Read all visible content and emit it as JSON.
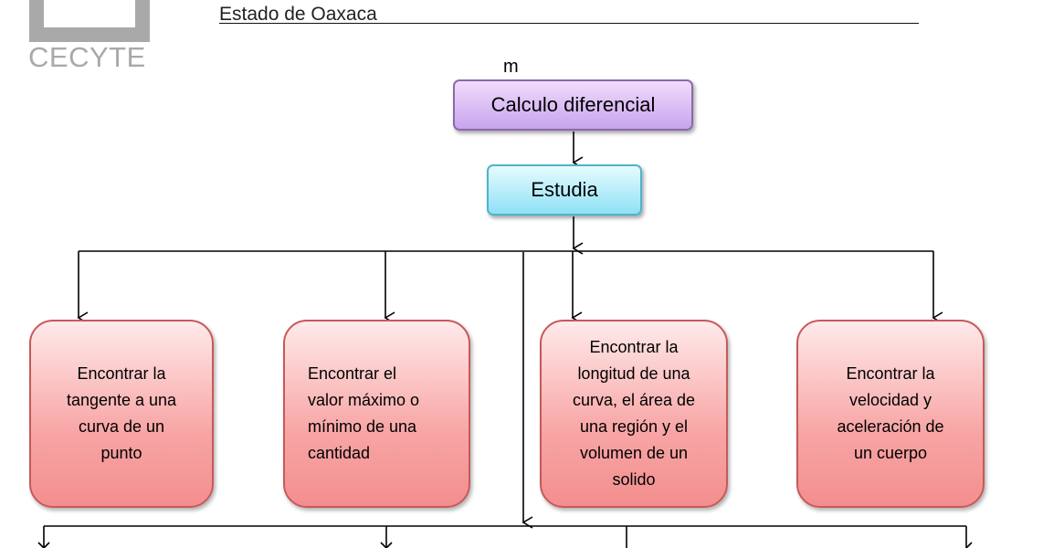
{
  "header": {
    "logo_text": "CECYTE",
    "subtitle": "Estado de Oaxaca",
    "stray_text": "m"
  },
  "diagram": {
    "root": "Calculo diferencial",
    "connector": "Estudia",
    "branches": [
      "Encontrar la\ntangente a una\ncurva de un\npunto",
      "Encontrar el\nvalor máximo o\nmínimo de una\ncantidad",
      "Encontrar la\nlongitud de una\ncurva, el área de\nuna región y el\nvolumen de un\nsolido",
      "Encontrar la\nvelocidad y\naceleración de\nun cuerpo"
    ]
  },
  "colors": {
    "root_fill": "#c9a3ee",
    "connector_fill": "#8fe1f6",
    "branch_fill": "#f8a5a5",
    "logo_gray": "#a9a9a9"
  }
}
